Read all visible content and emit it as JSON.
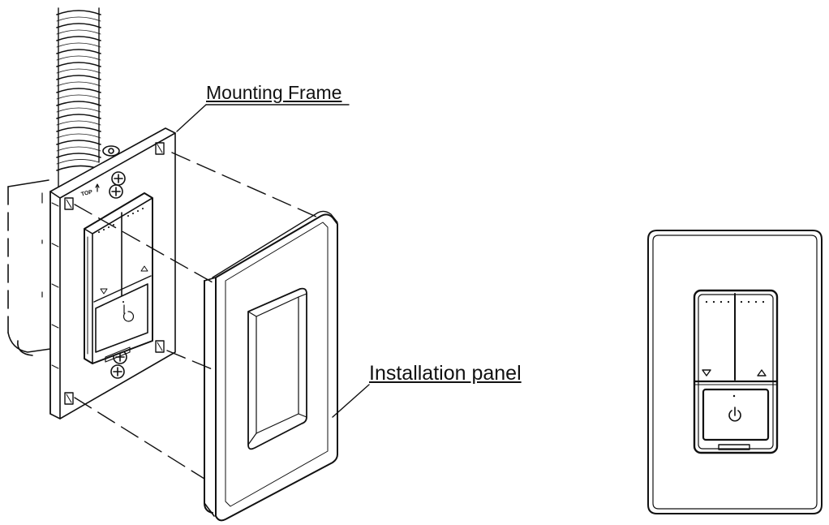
{
  "labels": {
    "mounting_frame": "Mounting Frame",
    "installation_panel": "Installation panel",
    "top_mark": "TOP"
  },
  "icons": {
    "power": "power-icon",
    "down": "down-triangle-icon",
    "up": "up-triangle-icon",
    "screw": "screw-icon"
  },
  "colors": {
    "line": "#111111",
    "fill": "#ffffff",
    "button_grey": "#d9d9d9"
  }
}
